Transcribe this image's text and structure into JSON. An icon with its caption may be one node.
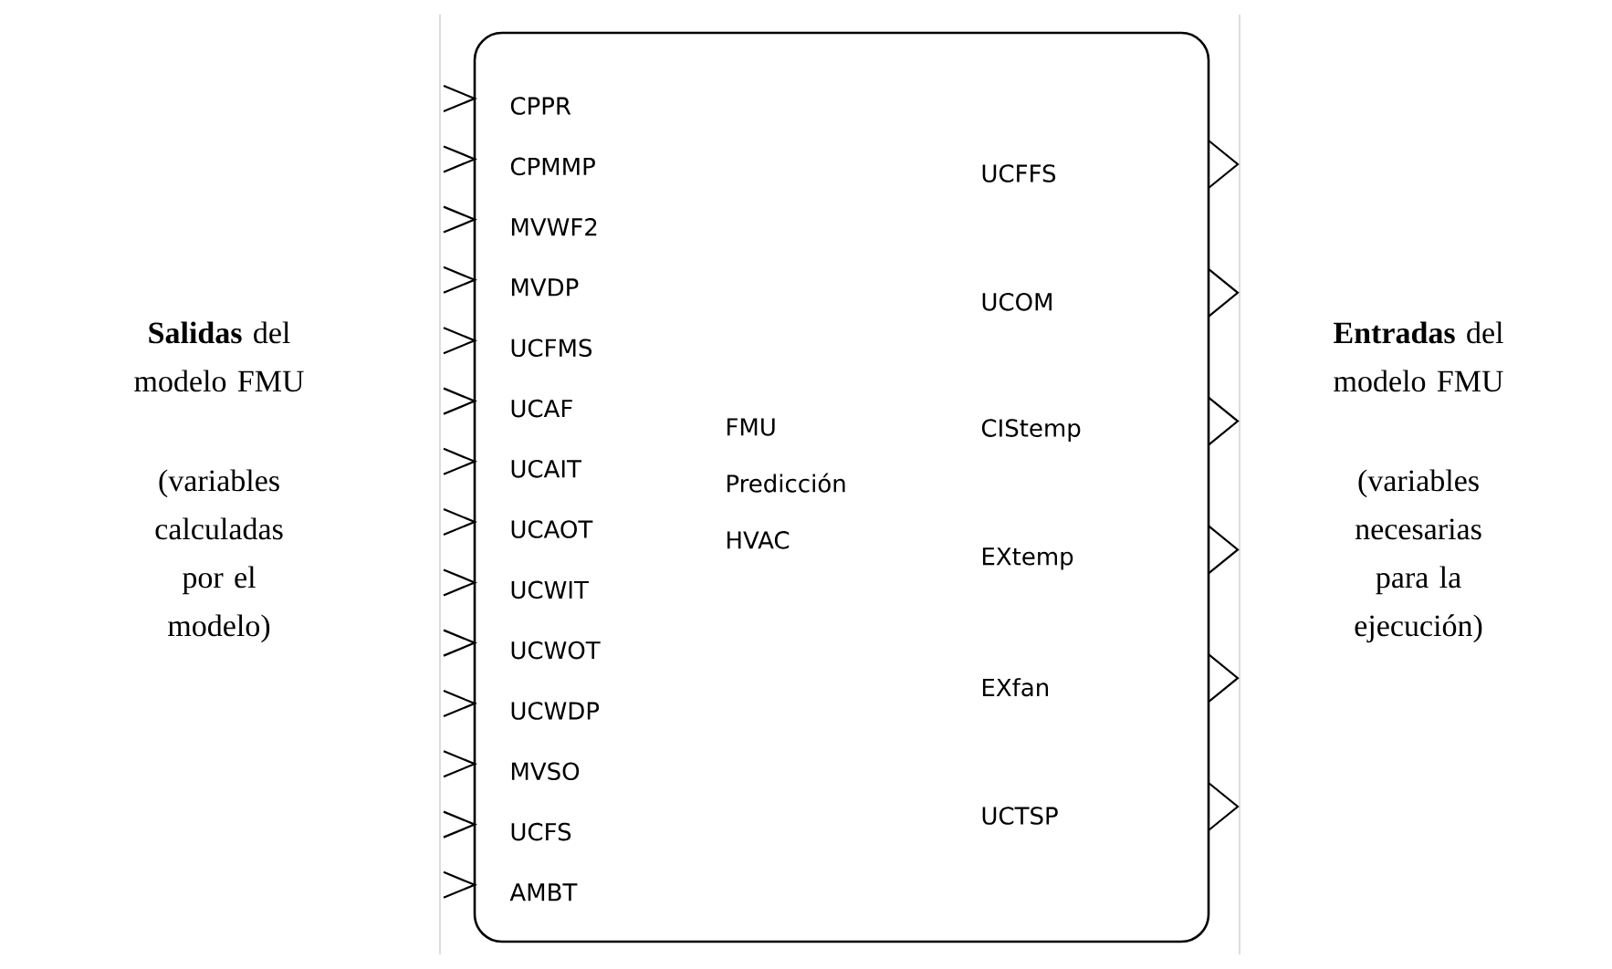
{
  "diagram": {
    "nodes": [
      {
        "text": [
          "FMU Predicción HVAC"
        ]
      }
    ],
    "labels": [
      "**Salidas** del modelo FMU",
      "(variables calculadas por el modelo)",
      "CPPR",
      "CPMMP",
      "MVWF2",
      "MVDP",
      "UCFMS",
      "UCAF",
      "UCAIT",
      "UCAOT",
      "UCWIT",
      "UCWOT",
      "UCWDP",
      "MVSO",
      "UCFS",
      "AMBT",
      "UCFFS",
      "UCOM",
      "CIStemp",
      "EXtemp",
      "EXfan",
      "UCTSP",
      "**Entradas** del modelo FMU",
      "(variables necesarias para la ejecución)"
    ]
  }
}
